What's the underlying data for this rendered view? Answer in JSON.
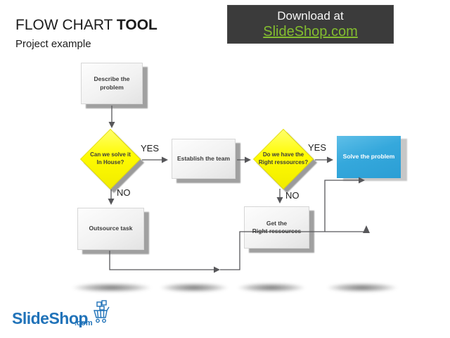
{
  "slide": {
    "title_regular": "FLOW CHART ",
    "title_bold": "TOOL",
    "subtitle": "Project example"
  },
  "banner": {
    "line1": "Download at",
    "link_text": "SlideShop.com",
    "bg_color": "#3b3b3b",
    "link_color": "#83bd2f"
  },
  "flowchart": {
    "nodes": {
      "describe": {
        "label": "Describe the\nproblem",
        "type": "process"
      },
      "solve_q": {
        "label": "Can we solve it\nIn House?",
        "type": "decision"
      },
      "establish": {
        "label": "Establish the team",
        "type": "process"
      },
      "resources_q": {
        "label": "Do we have the\nRight ressources?",
        "type": "decision"
      },
      "solve": {
        "label": "Solve the problem",
        "type": "process-highlight"
      },
      "outsource": {
        "label": "Outsource task",
        "type": "process"
      },
      "get_resources": {
        "label": "Get the\nRight ressources",
        "type": "process"
      }
    },
    "edge_labels": {
      "yes1": "YES",
      "no1": "NO",
      "yes2": "YES",
      "no2": "NO"
    },
    "colors": {
      "process_fill": "#efefef",
      "decision_fill": "#fffb00",
      "highlight_fill": "#35a8dc",
      "connector": "#57575a"
    }
  },
  "footer": {
    "logo_text": "SlideShop",
    "logo_suffix": ".com"
  }
}
